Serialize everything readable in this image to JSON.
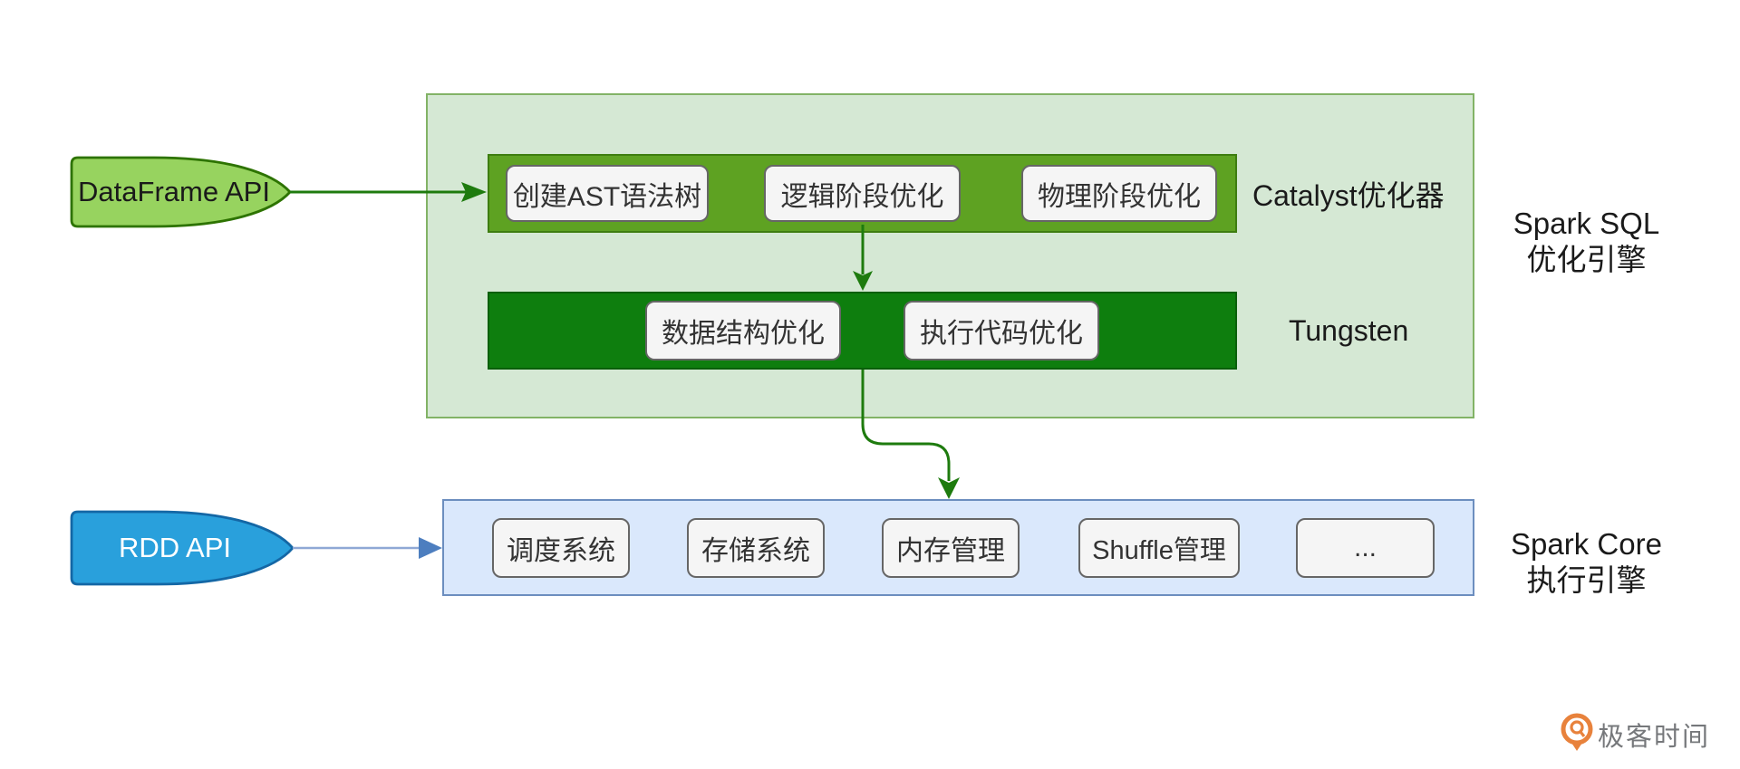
{
  "colors": {
    "container-fill": "#d5e8d4",
    "container-stroke": "#82b366",
    "catalyst-fill": "#5ea222",
    "catalyst-stroke": "#3e7d10",
    "tungsten-fill": "#0e7e0e",
    "tungsten-stroke": "#0a5f0a",
    "chip-fill": "#f5f5f5",
    "chip-stroke": "#666666",
    "chip-text": "#333333",
    "core-fill": "#dae8fc",
    "core-stroke": "#6c8ebf",
    "df-fill": "#97d35f",
    "df-stroke": "#2d7300",
    "rdd-fill": "#29a0dc",
    "rdd-stroke": "#1467a5",
    "arrow-green": "#1e7b0e",
    "arrow-blue-line": "#8fa8d5",
    "arrow-blue-head": "#4d7ebf",
    "label-text": "#1a1a1a",
    "brand-orange": "#e8823c",
    "brand-gray": "#76787b"
  },
  "diagram": {
    "dataframe_api": {
      "label": "DataFrame API"
    },
    "rdd_api": {
      "label": "RDD API"
    },
    "spark_sql": {
      "side_label": [
        "Spark SQL",
        "优化引擎"
      ],
      "catalyst": {
        "label": "Catalyst优化器",
        "items": [
          "创建AST语法树",
          "逻辑阶段优化",
          "物理阶段优化"
        ]
      },
      "tungsten": {
        "label": "Tungsten",
        "items": [
          "数据结构优化",
          "执行代码优化"
        ]
      }
    },
    "spark_core": {
      "side_label": [
        "Spark Core",
        "执行引擎"
      ],
      "items": [
        "调度系统",
        "存储系统",
        "内存管理",
        "Shuffle管理",
        "..."
      ]
    }
  },
  "footer": {
    "brand": "极客时间"
  }
}
